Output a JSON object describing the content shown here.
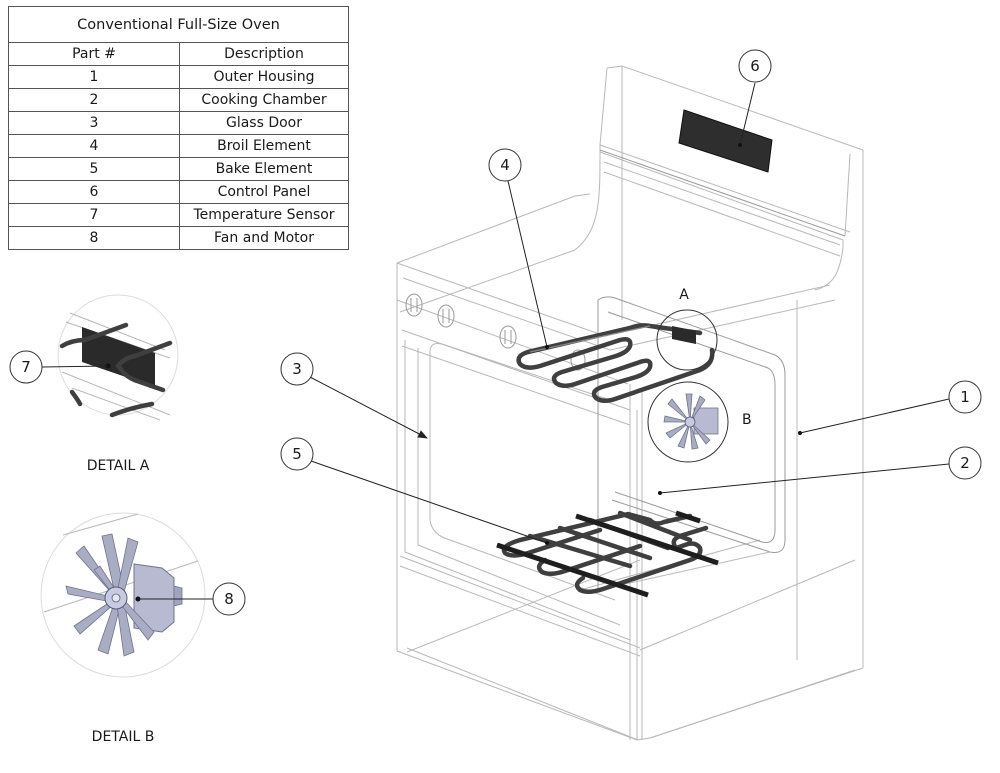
{
  "table": {
    "title": "Conventional Full-Size Oven",
    "headers": {
      "part": "Part #",
      "description": "Description"
    },
    "rows": [
      {
        "part": "1",
        "description": "Outer Housing"
      },
      {
        "part": "2",
        "description": "Cooking Chamber"
      },
      {
        "part": "3",
        "description": "Glass Door"
      },
      {
        "part": "4",
        "description": "Broil Element"
      },
      {
        "part": "5",
        "description": "Bake Element"
      },
      {
        "part": "6",
        "description": "Control Panel"
      },
      {
        "part": "7",
        "description": "Temperature Sensor"
      },
      {
        "part": "8",
        "description": "Fan and Motor"
      }
    ]
  },
  "balloons": {
    "b1": "1",
    "b2": "2",
    "b3": "3",
    "b4": "4",
    "b5": "5",
    "b6": "6",
    "b7": "7",
    "b8": "8"
  },
  "detail_markers": {
    "a": "A",
    "b": "B"
  },
  "detail_views": {
    "a_caption": "DETAIL A",
    "b_caption": "DETAIL B"
  },
  "colors": {
    "line": "#b8b8b8",
    "element": "#3f3f3f",
    "fan": "#a9adc4",
    "display": "#2e2e2e"
  }
}
